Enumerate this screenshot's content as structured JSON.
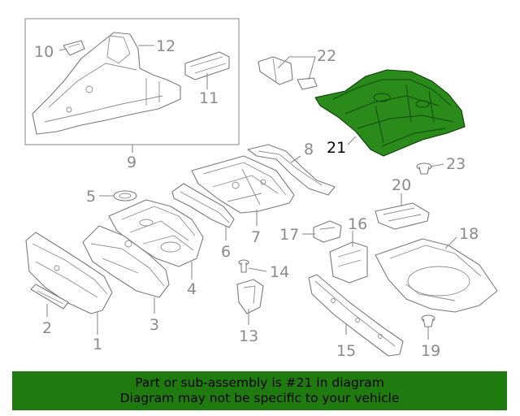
{
  "diagram": {
    "callouts": {
      "c1": "1",
      "c2": "2",
      "c3": "3",
      "c4": "4",
      "c5": "5",
      "c6": "6",
      "c7": "7",
      "c8": "8",
      "c9": "9",
      "c10": "10",
      "c11": "11",
      "c12": "12",
      "c13": "13",
      "c14": "14",
      "c15": "15",
      "c16": "16",
      "c17": "17",
      "c18": "18",
      "c19": "19",
      "c20": "20",
      "c21": "21",
      "c22": "22",
      "c23": "23"
    },
    "highlighted_part": "21",
    "colors": {
      "highlight_fill": "#2a8a1a",
      "line_art": "#7a7a7a",
      "callout_text": "#8a8a8a",
      "banner_background": "#1f7a0f"
    }
  },
  "banner": {
    "line1": "Part or sub-assembly is #21 in diagram",
    "line2": "Diagram may not be specific to your vehicle"
  }
}
